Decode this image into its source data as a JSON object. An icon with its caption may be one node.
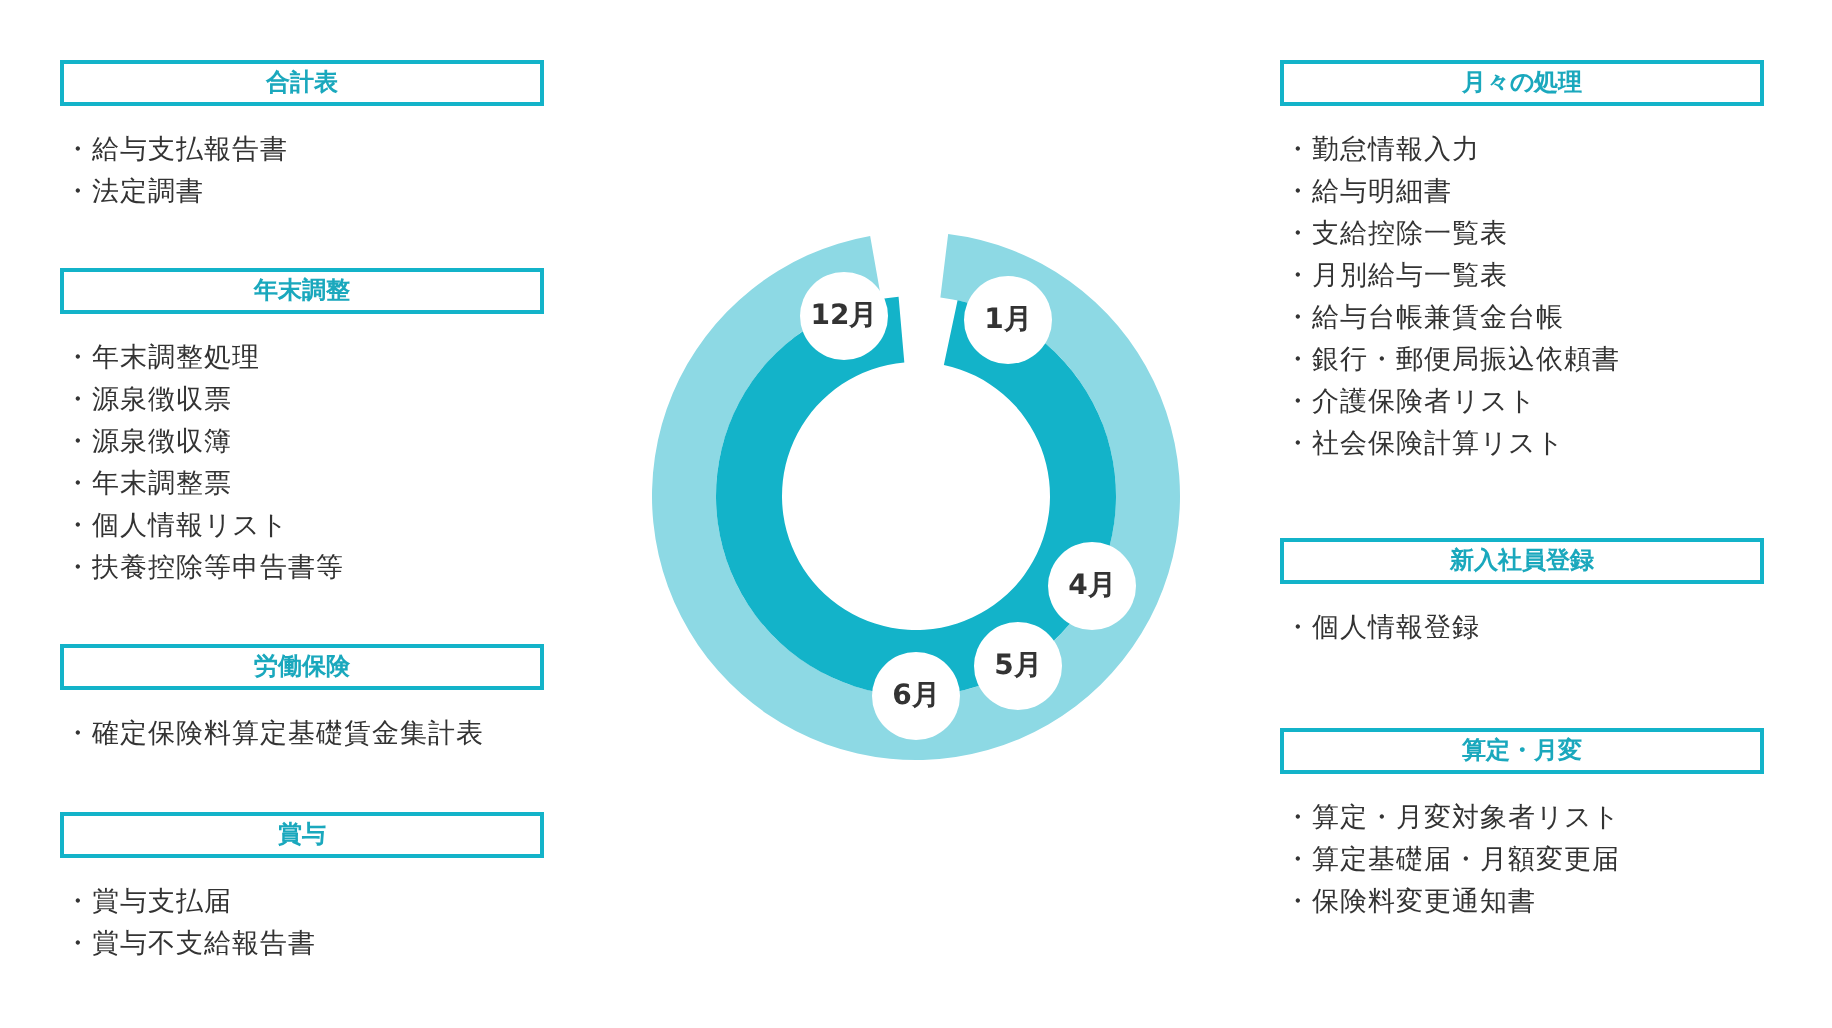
{
  "diagram": {
    "nodes": [
      {
        "text": [
          "合計表"
        ],
        "beside": [
          "・給与支払報告書",
          "・法定調書"
        ]
      },
      {
        "text": [
          "年末調整"
        ],
        "beside": [
          "・年末調整処理",
          "・源泉徴収票",
          "・源泉徴収簿",
          "・年末調整票",
          "・個人情報リスト",
          "・扶養控除等申告書等"
        ]
      },
      {
        "text": [
          "労働保険"
        ],
        "beside": [
          "・確定保険料算定基礎賃金集計表"
        ]
      },
      {
        "text": [
          "賞与"
        ],
        "beside": [
          "・賞与支払届",
          "・賞与不支給報告書"
        ]
      },
      {
        "text": [
          "12月"
        ]
      },
      {
        "text": [
          "1月"
        ]
      },
      {
        "text": [
          "4月"
        ]
      },
      {
        "text": [
          "5月"
        ]
      },
      {
        "text": [
          "6月"
        ]
      },
      {
        "text": [
          "月々の処理"
        ],
        "beside": [
          "・勤怠情報入力",
          "・給与明細書",
          "・支給控除一覧表",
          "・月別給与一覧表",
          "・給与台帳兼賃金台帳",
          "・銀行・郵便局振込依頼書",
          "・介護保険者リスト",
          "・社会保険計算リスト"
        ]
      },
      {
        "text": [
          "新入社員登録"
        ],
        "beside": [
          "・個人情報登録"
        ]
      },
      {
        "text": [
          "算定・月変"
        ],
        "beside": [
          "・算定・月変対象者リスト",
          "・算定基礎届・月額変更届",
          "・保険料変更通知書"
        ]
      }
    ]
  }
}
